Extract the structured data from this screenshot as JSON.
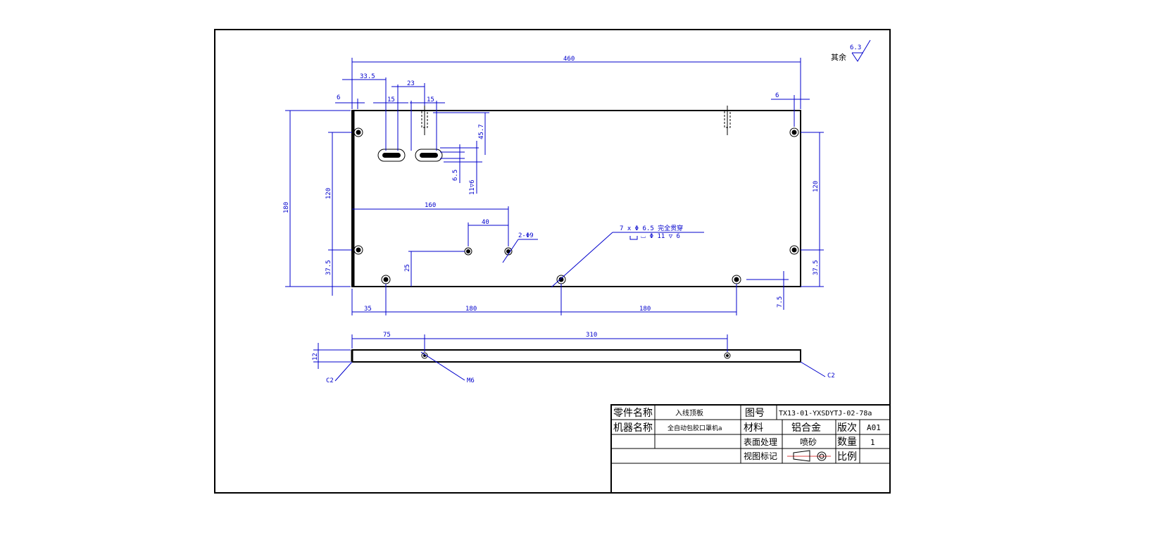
{
  "roughness": {
    "label": "其余",
    "value": "6.3"
  },
  "top_view": {
    "dims": {
      "overall_length": "460",
      "x_33_5": "33.5",
      "x_23": "23",
      "slot_w1": "15",
      "slot_w2": "15",
      "edge_left": "6",
      "edge_right": "6",
      "height": "180",
      "left_120": "120",
      "left_37_5": "37.5",
      "right_120": "120",
      "right_37_5": "37.5",
      "slot_45_7": "45.7",
      "slot_6_5": "6.5",
      "slot_11": "11▽6",
      "x_160": "160",
      "x_40": "40",
      "holes_2x": "2-Φ9",
      "y_25": "25",
      "bottom_35": "35",
      "bottom_180a": "180",
      "bottom_180b": "180",
      "right_7_5": "7.5"
    },
    "callout": {
      "line1": "7 x  Φ 6.5 完全贯穿",
      "line2": "⌴ Φ 11  ▽ 6"
    }
  },
  "side_view": {
    "dims": {
      "x_75": "75",
      "x_310": "310",
      "thickness": "12"
    },
    "labels": {
      "chamfer_left": "C2",
      "chamfer_right": "C2",
      "thread": "M6"
    }
  },
  "title_block": {
    "part_name_label": "零件名称",
    "part_name_value": "入线顶板",
    "drawing_no_label": "图号",
    "drawing_no_value": "TX13-01-YXSDYTJ-02-78a",
    "machine_name_label": "机器名称",
    "machine_name_value": "全自动包胶口罩机a",
    "material_label": "材料",
    "material_value": "铝合金",
    "revision_label": "版次",
    "revision_value": "A01",
    "surface_label": "表面处理",
    "surface_value": "喷砂",
    "quantity_label": "数量",
    "quantity_value": "1",
    "view_label": "视图标记",
    "scale_label": "比例"
  }
}
